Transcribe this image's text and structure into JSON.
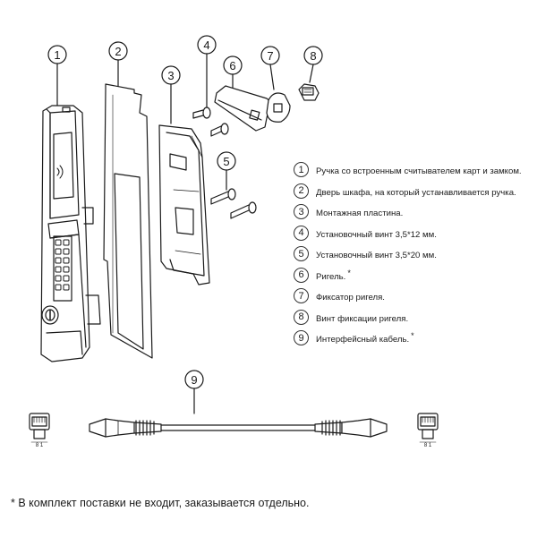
{
  "callouts": [
    "1",
    "2",
    "3",
    "4",
    "5",
    "6",
    "7",
    "8",
    "9"
  ],
  "legend": [
    {
      "num": "1",
      "text": "Ручка со встроенным считывателем карт и замком.",
      "mark": ""
    },
    {
      "num": "2",
      "text": "Дверь шкафа, на который устанавливается ручка.",
      "mark": ""
    },
    {
      "num": "3",
      "text": "Монтажная пластина.",
      "mark": ""
    },
    {
      "num": "4",
      "text": "Установочный винт 3,5*12 мм.",
      "mark": ""
    },
    {
      "num": "5",
      "text": "Установочный винт 3,5*20 мм.",
      "mark": ""
    },
    {
      "num": "6",
      "text": "Ригель.",
      "mark": "*"
    },
    {
      "num": "7",
      "text": "Фиксатор ригеля.",
      "mark": ""
    },
    {
      "num": "8",
      "text": "Винт фиксации ригеля.",
      "mark": ""
    },
    {
      "num": "9",
      "text": "Интерфейсный кабель.",
      "mark": "*"
    }
  ],
  "footnote": "* В комплект поставки не входит, заказывается отдельно.",
  "connector_pin_label": "8  1"
}
